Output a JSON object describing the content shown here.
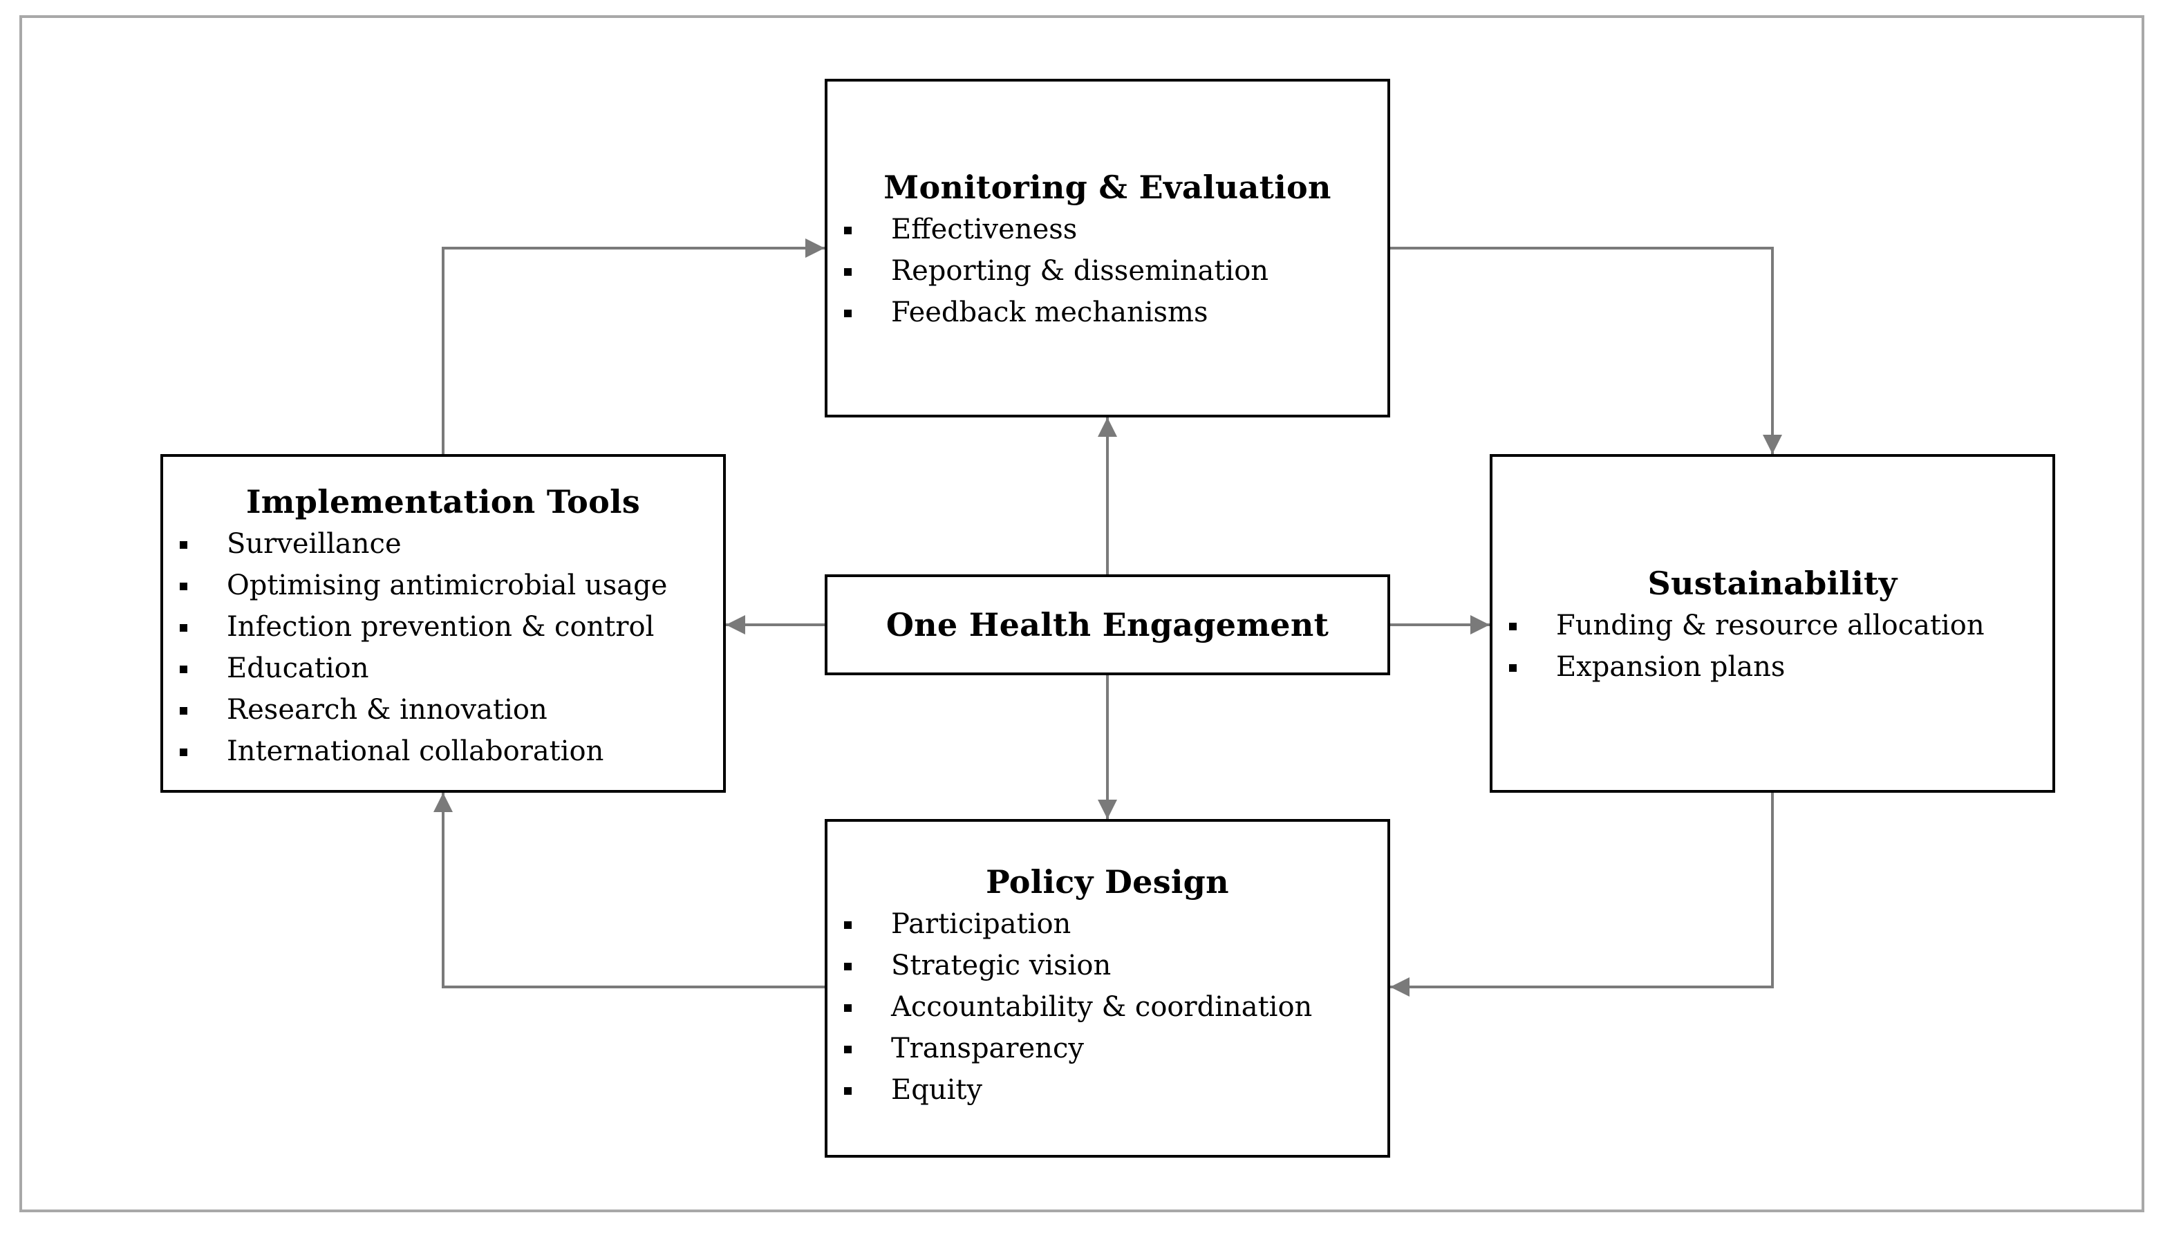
{
  "diagram": {
    "center": {
      "title": "One Health Engagement"
    },
    "monitoring": {
      "title": "Monitoring & Evaluation",
      "items": [
        "Effectiveness",
        "Reporting & dissemination",
        "Feedback mechanisms"
      ]
    },
    "implementation": {
      "title": "Implementation Tools",
      "items": [
        "Surveillance",
        "Optimising antimicrobial usage",
        "Infection prevention & control",
        "Education",
        "Research & innovation",
        "International collaboration"
      ]
    },
    "sustainability": {
      "title": "Sustainability",
      "items": [
        "Funding & resource allocation",
        "Expansion plans"
      ]
    },
    "policy": {
      "title": "Policy Design",
      "items": [
        "Participation",
        "Strategic vision",
        "Accountability & coordination",
        "Transparency",
        "Equity"
      ]
    },
    "colors": {
      "connector": "#7a7a7a",
      "border": "#000000",
      "frame": "#a8a8a8"
    }
  }
}
